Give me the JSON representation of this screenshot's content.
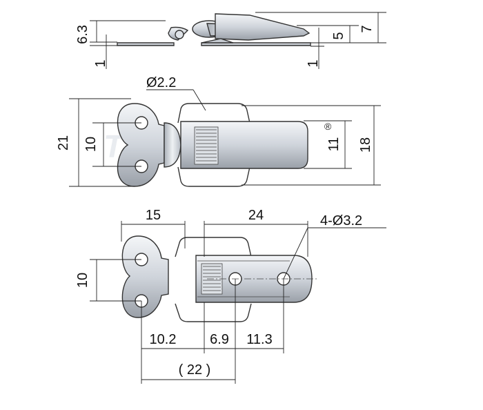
{
  "drawing": {
    "watermark": "TANJA",
    "registered_mark": "®",
    "side_view": {
      "dim_6_3": "6.3",
      "dim_1_left": "1",
      "dim_5": "5",
      "dim_7": "7",
      "dim_1_right": "1"
    },
    "top_view": {
      "wire_dia": "Ø2.2",
      "dim_21": "21",
      "dim_10": "10",
      "dim_11": "11",
      "dim_18": "18"
    },
    "bottom_view": {
      "dim_15": "15",
      "dim_24": "24",
      "hole_callout": "4-Ø3.2",
      "dim_10": "10",
      "dim_10_2": "10.2",
      "dim_6_9": "6.9",
      "dim_11_3": "11.3",
      "dim_22": "( 22 )"
    }
  },
  "colors": {
    "metal_light": "#eceff3",
    "metal_mid": "#c9ced6",
    "metal_dark": "#8e949c",
    "line": "#222222"
  }
}
